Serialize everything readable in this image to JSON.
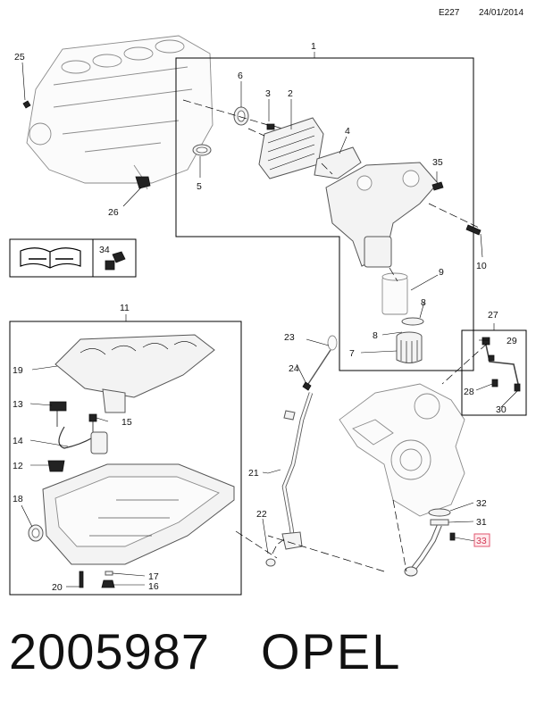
{
  "header": {
    "code": "E227",
    "date": "24/01/2014"
  },
  "footer": {
    "part_number": "2005987",
    "brand": "OPEL"
  },
  "callouts": {
    "c1": "1",
    "c2": "2",
    "c3": "3",
    "c4": "4",
    "c5": "5",
    "c6": "6",
    "c7": "7",
    "c8a": "8",
    "c8b": "8",
    "c9": "9",
    "c10": "10",
    "c11": "11",
    "c12": "12",
    "c13": "13",
    "c14": "14",
    "c15": "15",
    "c16": "16",
    "c17": "17",
    "c18": "18",
    "c19": "19",
    "c20": "20",
    "c21": "21",
    "c22": "22",
    "c23": "23",
    "c24": "24",
    "c25": "25",
    "c26": "26",
    "c27": "27",
    "c28": "28",
    "c29": "29",
    "c30": "30",
    "c31": "31",
    "c32": "32",
    "c33": "33",
    "c34": "34",
    "c35": "35"
  },
  "highlight": {
    "callout": "33",
    "color": "#e0566f"
  }
}
